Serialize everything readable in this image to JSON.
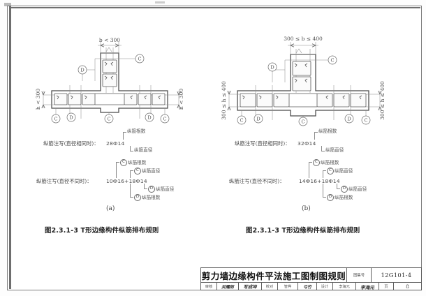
{
  "document": {
    "type": "construction-standard-drawing",
    "atlas_label": "图集号",
    "atlas_number": "12G101-4",
    "page_label": "页",
    "page_number": "8",
    "title": "剪力墙边缘构件平法施工图制图规则"
  },
  "title_block_row": [
    {
      "label": "审核",
      "value": "关耀郎",
      "kind": "signature"
    },
    {
      "label": "",
      "value": "写成坤",
      "kind": "signature"
    },
    {
      "label": "校对",
      "value": "管桦",
      "kind": "printed"
    },
    {
      "label": "",
      "value": "弓竹",
      "kind": "signature"
    },
    {
      "label": "设计",
      "value": "李海元",
      "kind": "printed"
    },
    {
      "label": "",
      "value": "李海元",
      "kind": "signature"
    }
  ],
  "figures": [
    {
      "id": "figure-a",
      "sublabel": "(a)",
      "caption": "图2.3.1-3  T形边缘构件纵筋排布规则",
      "dimensions": {
        "flange_top": "b < 300",
        "flange_top_sub": "f",
        "web_left": "h < 300",
        "web_left_sub": "w",
        "web_right": "h < 300",
        "web_right_sub": "w"
      },
      "bubbles": [
        "C",
        "D",
        "C",
        "C",
        "D",
        "D",
        "C"
      ],
      "annotations": [
        {
          "prefix": "纵筋注写(直径相同时)：",
          "value": "28Ф14",
          "callout_top": "纵筋根数",
          "callout_bottom": "纵筋直径"
        },
        {
          "prefix": "纵筋注写(直径不同时)：",
          "value": "10Ф16+18Ф14",
          "callouts": [
            {
              "bubble": "C",
              "text": "纵筋根数"
            },
            {
              "bubble": "C",
              "text": "纵筋直径"
            },
            {
              "bubble": "D",
              "text": "纵筋直径"
            },
            {
              "bubble": "D",
              "text": "纵筋根数"
            }
          ]
        }
      ]
    },
    {
      "id": "figure-b",
      "sublabel": "(b)",
      "caption": "图2.3.1-3  T形边缘构件纵筋排布规则",
      "dimensions": {
        "flange_top": "300 ≤ b ≤ 400",
        "flange_top_sub": "f",
        "web_left": "300 ≤ h ≤ 400",
        "web_left_sub": "w",
        "web_right": "300 ≤ h ≤ 400",
        "web_right_sub": "w"
      },
      "bubbles": [
        "C",
        "D",
        "C",
        "C",
        "D",
        "D",
        "C"
      ],
      "annotations": [
        {
          "prefix": "纵筋注写(直径相同时)：",
          "value": "32Ф14",
          "callout_top": "纵筋根数",
          "callout_bottom": "纵筋直径"
        },
        {
          "prefix": "纵筋注写(直径不同时)：",
          "value": "14Ф16+18Ф14",
          "callouts": [
            {
              "bubble": "C",
              "text": "纵筋根数"
            },
            {
              "bubble": "C",
              "text": "纵筋直径"
            },
            {
              "bubble": "D",
              "text": "纵筋直径"
            },
            {
              "bubble": "D",
              "text": "纵筋根数"
            }
          ]
        }
      ]
    }
  ],
  "colors": {
    "line": "#5a5a5a",
    "frame": "#6e6e6e",
    "text": "#2b2b2b",
    "paper": "#ffffff"
  }
}
